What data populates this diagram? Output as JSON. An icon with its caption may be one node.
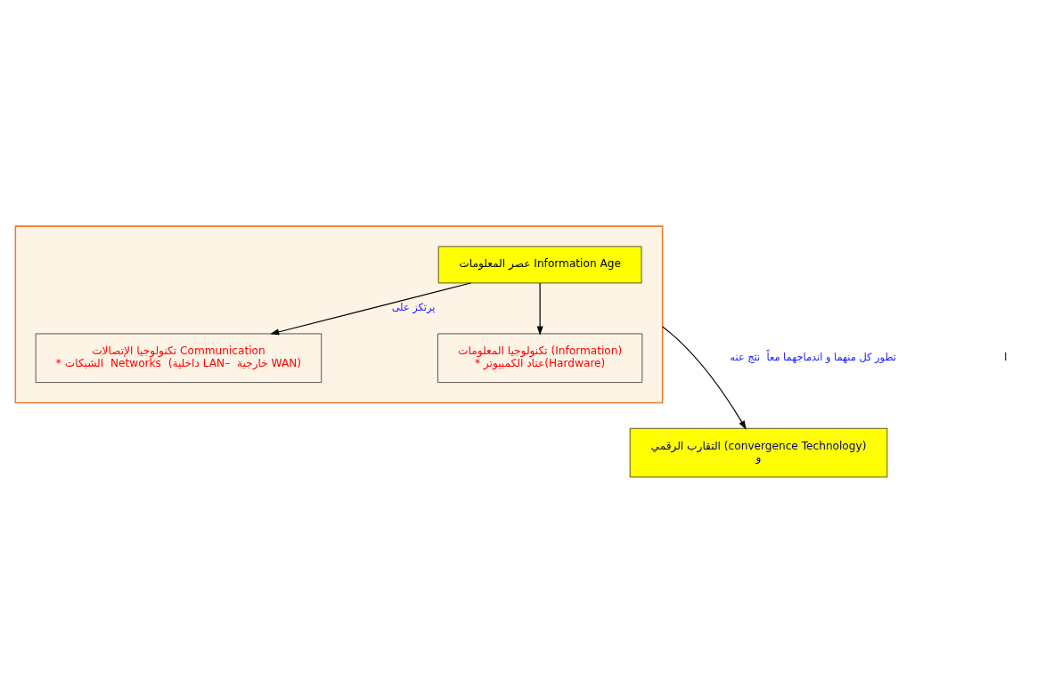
{
  "diagram": {
    "nodes": [
      {
        "text": [],
        "shape": "box"
      },
      {
        "text": [
          "عصر المعلومات Information Age"
        ],
        "in": 0
      },
      {
        "text": [
          "تكنولوجيا المعلومات (Information)",
          "* عتاد الكمبيوتر(Hardware)"
        ],
        "in": 0
      },
      {
        "text": [
          "تكنولوجيا الإتصالات Communication",
          "* الشبكات  Networks  (داخلية LAN–  خارجية WAN)"
        ],
        "in": 0
      },
      {
        "text": [
          "التقارب الرقمي (convergence Technology)",
          "و"
        ]
      }
    ],
    "edges": [
      {
        "from": 1,
        "to": 2,
        "arrow": "to"
      },
      {
        "from": 1,
        "to": 3,
        "arrow": "to",
        "label": "يرتكز على"
      },
      {
        "from": 0,
        "to": 4,
        "arrow": "to",
        "label": "تطور كل منهما و اندماجهما معاً  نتج عنه"
      }
    ],
    "labels": [
      "ا"
    ]
  }
}
